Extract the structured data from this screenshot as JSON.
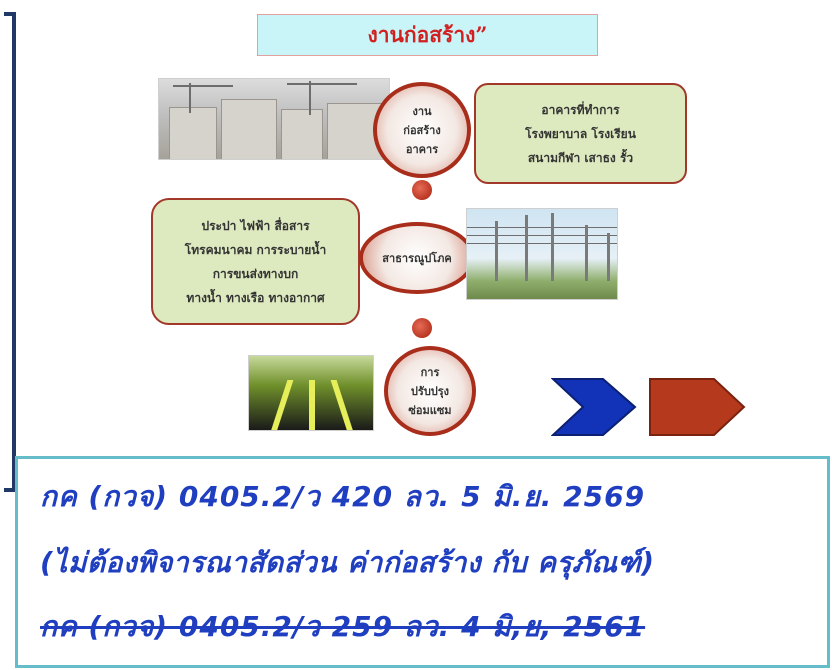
{
  "diagram": {
    "title": "งานก่อสร้าง”",
    "nodes": [
      {
        "lines": [
          "งาน",
          "ก่อสร้าง",
          "อาคาร"
        ]
      },
      {
        "lines": [
          "สาธารณูปโภค"
        ]
      },
      {
        "lines": [
          "การ",
          "ปรับปรุง",
          "ซ่อมแซม"
        ]
      }
    ],
    "boxes": [
      {
        "lines": [
          "อาคารที่ทำการ",
          "โรงพยาบาล โรงเรียน",
          "สนามกีฬา เสาธง รั้ว"
        ]
      },
      {
        "lines": [
          "ประปา ไฟฟ้า สื่อสาร",
          "โทรคมนาคม การระบายน้ำ",
          "การขนส่งทางบก",
          "ทางน้ำ ทางเรือ ทางอากาศ"
        ]
      }
    ],
    "colors": {
      "title_text": "#d02020",
      "title_bg": "#c9f4f8",
      "node_border": "#a82d1a",
      "box_bg": "#dde9be",
      "arrow_blue": "#1233b8",
      "arrow_red": "#b5391c"
    }
  },
  "references": {
    "line1": "กค (กวจ) 0405.2/ว 420 ลว. 5 มิ.ย. 2569",
    "line2": "(ไม่ต้องพิจารณาสัดส่วน ค่าก่อสร้าง กับ ครุภัณฑ์)",
    "line3_struck": "กค (กวจ) 0405.2/ว 259 ลว. 4 มิ,ย, 2561",
    "text_color": "#1f3ec0",
    "border_color": "#64bdc9"
  }
}
